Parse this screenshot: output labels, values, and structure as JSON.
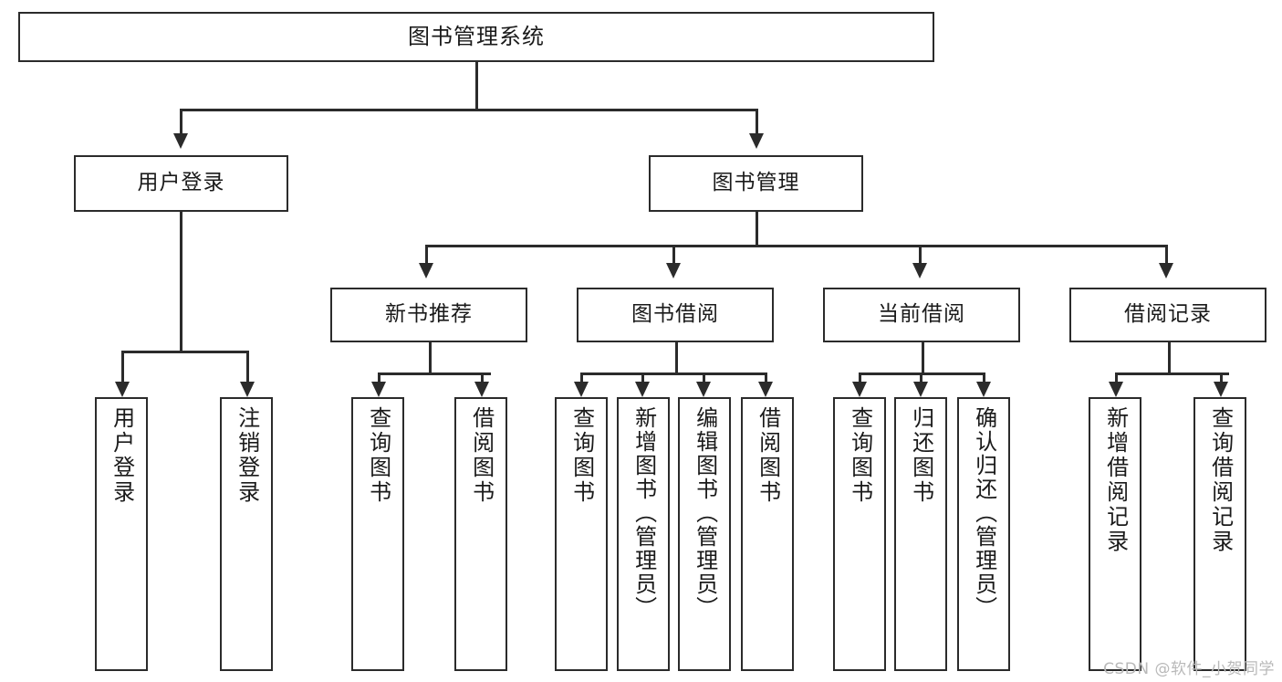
{
  "diagram": {
    "title": "图书管理系统",
    "type": "功能结构图",
    "watermark": "CSDN @软件_小贺同学",
    "colors": {
      "border": "#2b2b2b",
      "background": "#ffffff",
      "text": "#1a1a1a",
      "watermark": "#b9b9b9"
    },
    "root": {
      "label": "图书管理系统"
    },
    "level2": [
      {
        "label": "用户登录"
      },
      {
        "label": "图书管理"
      }
    ],
    "level3": [
      {
        "label": "新书推荐"
      },
      {
        "label": "图书借阅"
      },
      {
        "label": "当前借阅"
      },
      {
        "label": "借阅记录"
      }
    ],
    "leaves": {
      "user_login": [
        {
          "label": "用户登录"
        },
        {
          "label": "注销登录"
        }
      ],
      "new_book": [
        {
          "label": "查询图书"
        },
        {
          "label": "借阅图书"
        }
      ],
      "borrow": [
        {
          "label": "查询图书"
        },
        {
          "label": "新增图书（管理员）"
        },
        {
          "label": "编辑图书（管理员）"
        },
        {
          "label": "借阅图书"
        }
      ],
      "current": [
        {
          "label": "查询图书"
        },
        {
          "label": "归还图书"
        },
        {
          "label": "确认归还（管理员）"
        }
      ],
      "records": [
        {
          "label": "新增借阅记录"
        },
        {
          "label": "查询借阅记录"
        }
      ]
    }
  }
}
